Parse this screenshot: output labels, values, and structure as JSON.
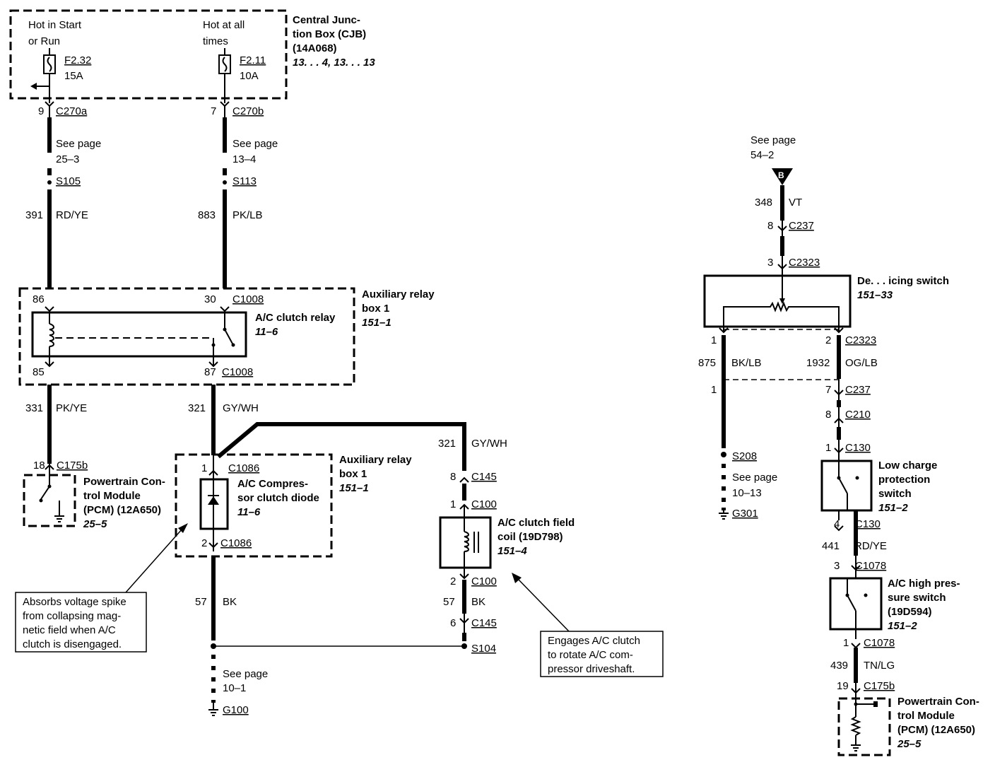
{
  "cjb": {
    "title1": "Central Junc-",
    "title2": "tion Box (CJB)",
    "part": "(14A068)",
    "ref": "13. . . 4, 13. . . 13",
    "hot1a": "Hot in Start",
    "hot1b": "or Run",
    "hot2a": "Hot at all",
    "hot2b": "times",
    "fuse1_id": "F2.32",
    "fuse1_amp": "15A",
    "fuse2_id": "F2.11",
    "fuse2_amp": "10A"
  },
  "left_wire1": {
    "pin": "9",
    "connector": "C270a",
    "see1": "See page",
    "see2": "25–3",
    "splice": "S105",
    "circuit": "391",
    "color": "RD/YE"
  },
  "left_wire2": {
    "pin": "7",
    "connector": "C270b",
    "see1": "See page",
    "see2": "13–4",
    "splice": "S113",
    "circuit": "883",
    "color": "PK/LB"
  },
  "relay_box": {
    "title1": "Auxiliary relay",
    "title2": "box 1",
    "ref": "151–1",
    "relay_name": "A/C clutch relay",
    "relay_ref": "11–6",
    "pin86": "86",
    "pin30": "30",
    "conn_top": "C1008",
    "pin85": "85",
    "pin87": "87",
    "conn_bot": "C1008"
  },
  "pcm_left_wire": {
    "circuit": "331",
    "color": "PK/YE",
    "pin": "18",
    "connector": "C175b"
  },
  "pcm_left": {
    "title1": "Powertrain Con-",
    "title2": "trol Module",
    "title3": "(PCM) (12A650)",
    "ref": "25–5"
  },
  "wire321a": {
    "circuit": "321",
    "color": "GY/WH"
  },
  "diode_box": {
    "title1": "Auxiliary relay",
    "title2": "box 1",
    "ref": "151–1",
    "pin1": "1",
    "conn1": "C1086",
    "name1": "A/C Compres-",
    "name2": "sor clutch diode",
    "name_ref": "11–6",
    "pin2": "2",
    "conn2": "C1086"
  },
  "ground_left": {
    "circuit": "57",
    "color": "BK",
    "see1": "See page",
    "see2": "10–1",
    "ground": "G100"
  },
  "clutch_branch": {
    "circuit": "321",
    "color": "GY/WH",
    "pin8": "8",
    "conn_c145a": "C145",
    "pin1": "1",
    "conn_c100a": "C100",
    "coil1": "A/C clutch field",
    "coil2": "coil (19D798)",
    "coil_ref": "151–4",
    "pin2": "2",
    "conn_c100b": "C100",
    "gnd_circuit": "57",
    "gnd_color": "BK",
    "pin6": "6",
    "conn_c145b": "C145",
    "splice": "S104"
  },
  "note_left": {
    "l1": "Absorbs voltage spike",
    "l2": "from collapsing mag-",
    "l3": "netic field when A/C",
    "l4": "clutch is disengaged."
  },
  "note_right": {
    "l1": "Engages A/C clutch",
    "l2": "to rotate A/C com-",
    "l3": "pressor driveshaft."
  },
  "right_top": {
    "see1": "See page",
    "see2": "54–2",
    "marker": "B",
    "circuit": "348",
    "color": "VT",
    "pin8": "8",
    "conn_c237": "C237",
    "pin3": "3",
    "conn_c2323": "C2323"
  },
  "deicing": {
    "name": "De. . . icing switch",
    "ref": "151–33",
    "pin1": "1",
    "pin2": "2",
    "conn": "C2323"
  },
  "right_left_branch": {
    "circuit": "875",
    "color": "BK/LB",
    "pin1": "1",
    "splice": "S208",
    "see1": "See page",
    "see2": "10–13",
    "ground": "G301"
  },
  "right_right_branch": {
    "circuit": "1932",
    "color": "OG/LB",
    "pin7": "7",
    "conn_c237": "C237",
    "pin8": "8",
    "conn_c210": "C210",
    "pin1": "1",
    "conn_c130a": "C130"
  },
  "low_charge": {
    "n1": "Low charge",
    "n2": "protection",
    "n3": "switch",
    "ref": "151–2",
    "pin4": "4",
    "conn": "C130"
  },
  "wire441": {
    "circuit": "441",
    "color": "RD/YE",
    "pin3": "3",
    "conn": "C1078"
  },
  "high_pressure": {
    "n1": "A/C high pres-",
    "n2": "sure switch",
    "n3": "(19D594)",
    "ref": "151–2",
    "pin1": "1",
    "conn": "C1078"
  },
  "wire439": {
    "circuit": "439",
    "color": "TN/LG",
    "pin": "19",
    "conn": "C175b"
  },
  "pcm_right": {
    "title1": "Powertrain Con-",
    "title2": "trol Module",
    "title3": "(PCM) (12A650)",
    "ref": "25–5"
  }
}
